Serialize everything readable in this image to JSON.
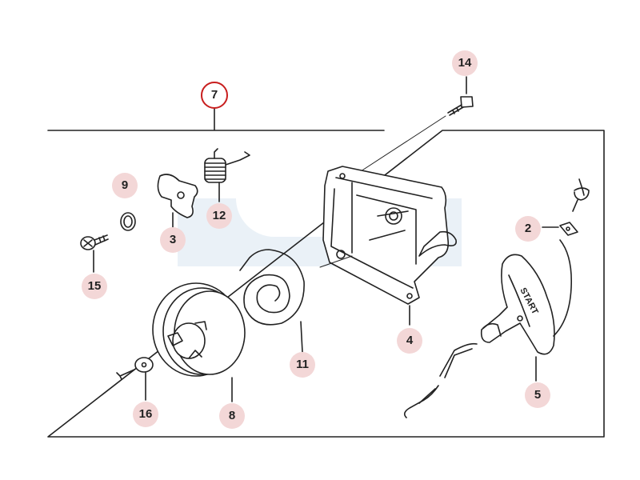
{
  "diagram": {
    "colors": {
      "callout_fill": "#f3d7d7",
      "assembly_ring": "#c81e1e",
      "line": "#222222",
      "watermark": "#eaf1f7"
    },
    "callouts": [
      {
        "key": "assembly",
        "label": "7"
      },
      {
        "key": "bolt",
        "label": "14"
      },
      {
        "key": "washer",
        "label": "9"
      },
      {
        "key": "pawl",
        "label": "3"
      },
      {
        "key": "spring",
        "label": "12"
      },
      {
        "key": "screw",
        "label": "15"
      },
      {
        "key": "case",
        "label": "4"
      },
      {
        "key": "rope-guide",
        "label": "2"
      },
      {
        "key": "handle",
        "label": "5"
      },
      {
        "key": "recoil-spring",
        "label": "11"
      },
      {
        "key": "pulley",
        "label": "8"
      },
      {
        "key": "small-washer",
        "label": "16"
      }
    ],
    "handle_text": "START"
  }
}
